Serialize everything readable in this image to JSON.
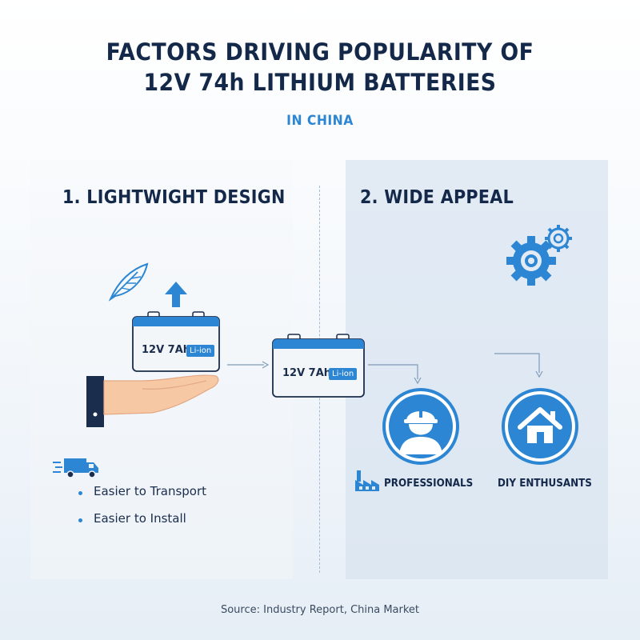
{
  "header": {
    "title_line1": "FACTORS DRIVING POPULARITY OF",
    "title_line2": "12V 74h LITHIUM BATTERIES",
    "subtitle": "IN CHINA"
  },
  "sections": [
    {
      "heading": "1. LIGHTWIGHT DESIGN"
    },
    {
      "heading": "2. WIDE APPEAL"
    }
  ],
  "battery": {
    "label": "12V 7Ah",
    "chemistry": "Li-ion"
  },
  "benefits": [
    "Easier to Transport",
    "Easier to Install"
  ],
  "audiences": [
    "PROFESSIONALS",
    "DIY ENTHUSANTS"
  ],
  "footer": {
    "source": "Source: Industry Report, China Market"
  },
  "colors": {
    "accent": "#2c86d3",
    "navy": "#14284a",
    "skin": "#f6c9a4"
  },
  "icons": [
    "feather-icon",
    "up-arrow-icon",
    "hand-icon",
    "truck-icon",
    "gears-icon",
    "worker-icon",
    "house-icon",
    "factory-icon"
  ]
}
